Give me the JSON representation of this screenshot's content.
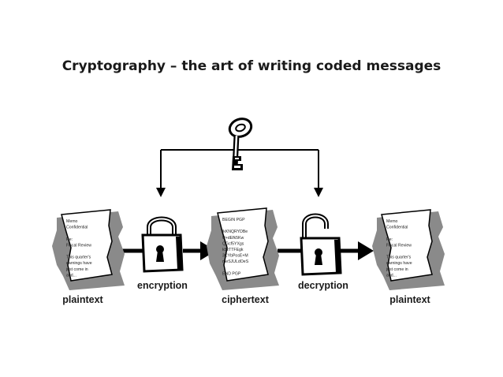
{
  "title": "Cryptography – the art of writing coded messages",
  "documents": {
    "plaintext_left": {
      "lines": [
        "Memo",
        "Confidential",
        "",
        "Re:",
        "Fiscal Review",
        "",
        "This quarter's",
        "earnings have",
        "just come in",
        "and..."
      ]
    },
    "ciphertext": {
      "lines": [
        "BEGIN PGP",
        "",
        "lkKNQRYDBe",
        "U+dEfk5Kw",
        "QGcf5YXgs",
        "k5zTTFEgk",
        "3CYbPosE+M",
        "meSJULdOeS",
        "",
        "END PGP"
      ]
    },
    "plaintext_right": {
      "lines": [
        "Memo",
        "Confidential",
        "",
        "Re:",
        "Fiscal Review",
        "",
        "This quarter's",
        "earnings have",
        "just come in",
        "and..."
      ]
    }
  },
  "labels": {
    "encryption": "encryption",
    "decryption": "decryption",
    "plaintext_left": "plaintext",
    "ciphertext": "ciphertext",
    "plaintext_right": "plaintext"
  },
  "icons": {
    "key": "key-icon",
    "lock_closed": "padlock-closed-icon",
    "lock_open": "padlock-open-icon"
  }
}
